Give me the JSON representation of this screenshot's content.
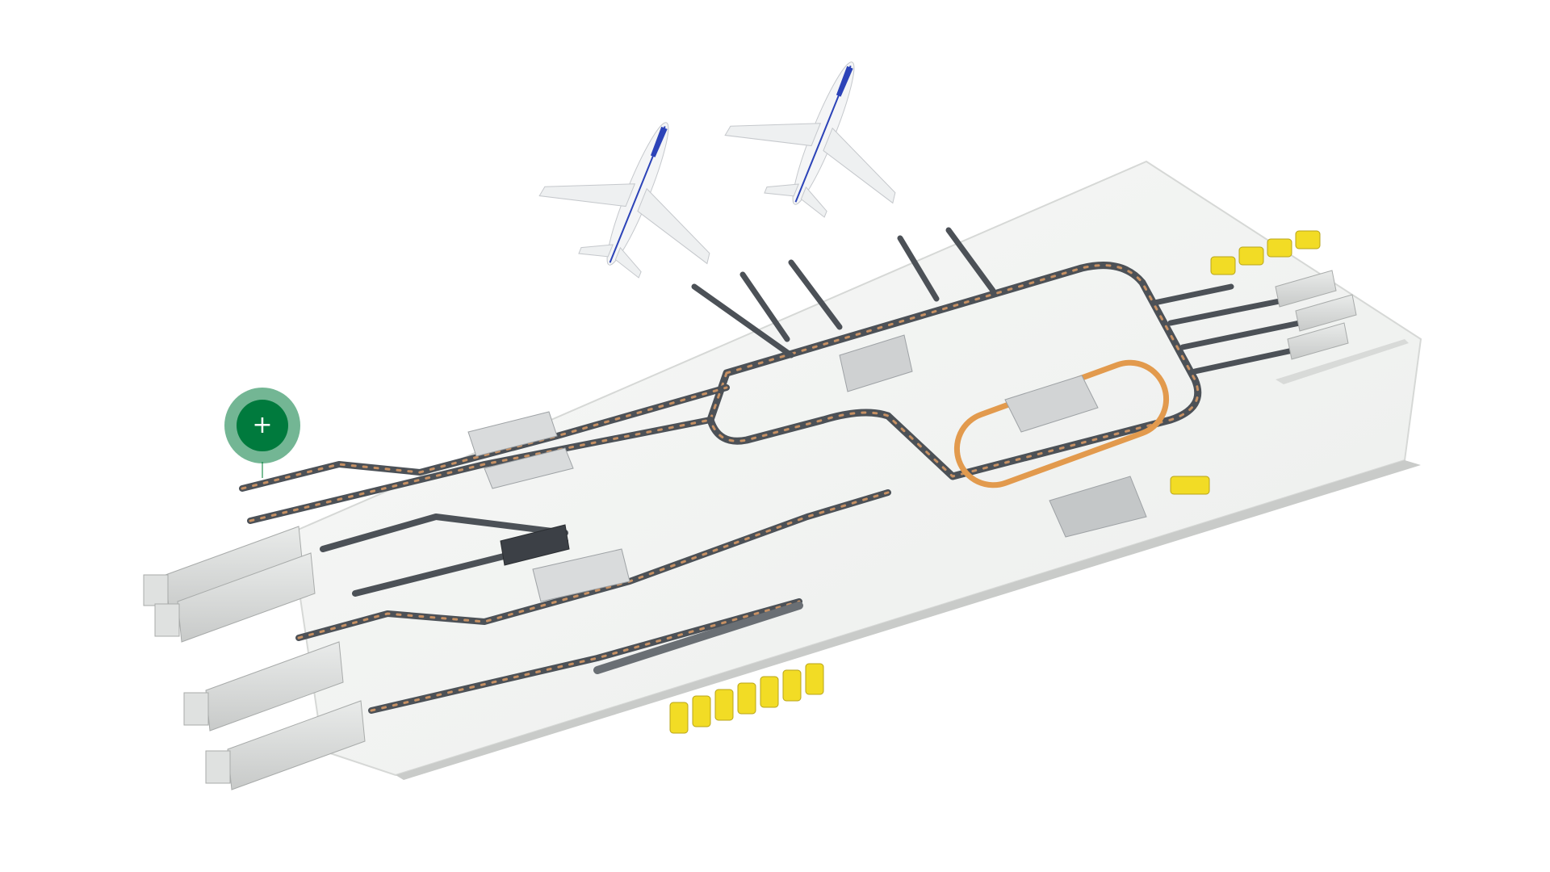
{
  "scene": {
    "colors": {
      "floor": "#f1f2f1",
      "floor_edge": "#c9cbc9",
      "conveyor": "#4c5157",
      "conveyor_accent": "#c69063",
      "sorter_ring": "#e29a4d",
      "truck": "#d9dbda",
      "van": "#f2dc25",
      "hotspot": "#007a3d",
      "aircraft_stripe": "#2c43b8"
    },
    "icons": {
      "hotspot": "plus-icon",
      "aircraft": "airplane-icon",
      "truck": "truck-icon",
      "van": "van-icon"
    },
    "counts": {
      "aircraft": 2,
      "trucks": 7,
      "vans": 12
    }
  },
  "hotspot": {
    "symbol": "+"
  }
}
